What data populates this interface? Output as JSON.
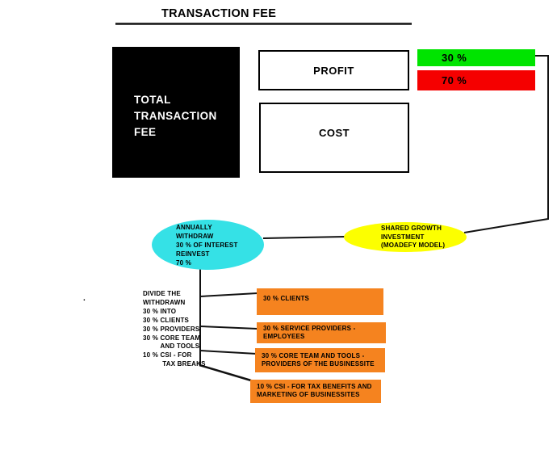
{
  "title": "TRANSACTION FEE",
  "colors": {
    "box_black": "#000000",
    "profit_share_green": "#00e400",
    "cost_share_red": "#f50000",
    "withdraw_cyan": "#35e1e6",
    "shared_growth_yellow": "#fcff00",
    "allocation_orange": "#f5831f"
  },
  "source_box": {
    "label": "TOTAL\nTRANSACTION\nFEE"
  },
  "split_boxes": {
    "profit": "PROFIT",
    "cost": "COST"
  },
  "share_bars": {
    "profit_share": "30 %",
    "cost_share": "70 %"
  },
  "withdraw_ellipse": {
    "text": "ANNUALLY\nWITHDRAW\n30 % OF INTEREST\nREINVEST\n70 %"
  },
  "shared_growth_ellipse": {
    "text": "SHARED GROWTH\nINVESTMENT\n(MOADEFY MODEL)"
  },
  "divide_note": {
    "text": "DIVIDE THE\nWITHDRAWN\n30 % INTO\n30 % CLIENTS\n30 % PROVIDERS\n30 % CORE TEAM\n         AND TOOLS\n10 % CSI - FOR\n          TAX BREAKS"
  },
  "allocation_boxes": [
    {
      "label": "30 % CLIENTS"
    },
    {
      "label": "30 % SERVICE PROVIDERS -\nEMPLOYEES"
    },
    {
      "label": "30 % CORE TEAM AND TOOLS -\nPROVIDERS OF THE BUSINESSITE"
    },
    {
      "label": "10 % CSI - FOR TAX BENEFITS AND\nMARKETING OF BUSINESSITES"
    }
  ],
  "stray_mark": "."
}
